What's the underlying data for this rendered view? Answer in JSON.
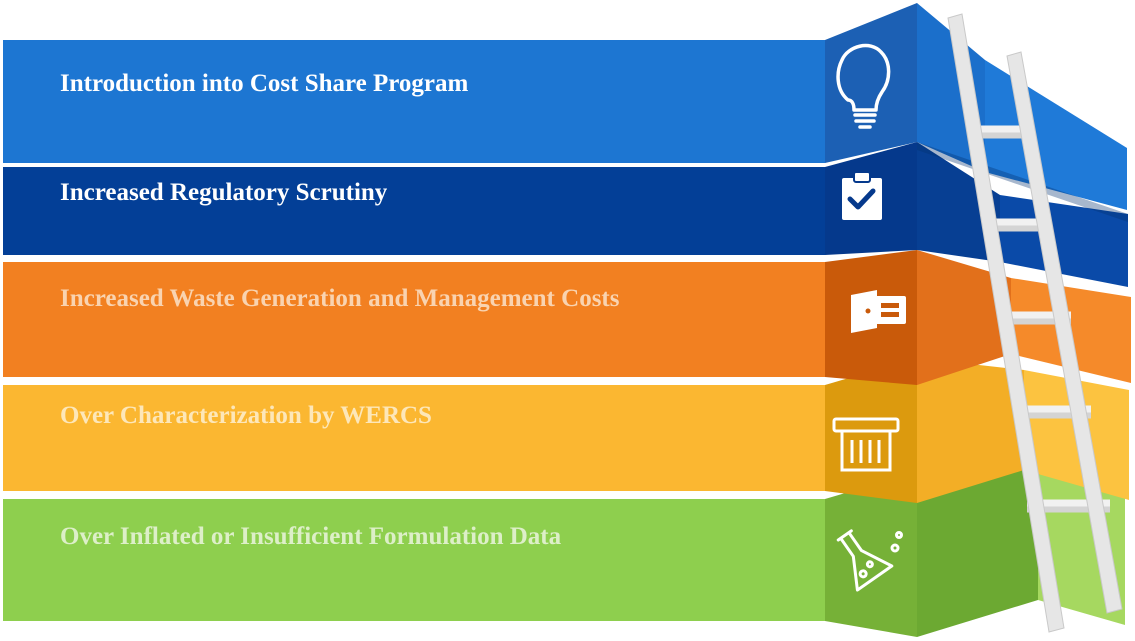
{
  "steps": [
    {
      "label": "Introduction into Cost Share Program",
      "icon": "lightbulb-icon",
      "color": "#1d76d2"
    },
    {
      "label": "Increased Regulatory Scrutiny",
      "icon": "clipboard-check-icon",
      "color": "#033f97"
    },
    {
      "label": "Increased Waste Generation and Management Costs",
      "icon": "wallet-icon",
      "color": "#f28021"
    },
    {
      "label": "Over Characterization by WERCS",
      "icon": "trash-bin-icon",
      "color": "#fbb731"
    },
    {
      "label": "Over Inflated or Insufficient Formulation Data",
      "icon": "flask-icon",
      "color": "#8ecf4e"
    }
  ],
  "decor": {
    "ladder_color": "#e8e8e8"
  }
}
